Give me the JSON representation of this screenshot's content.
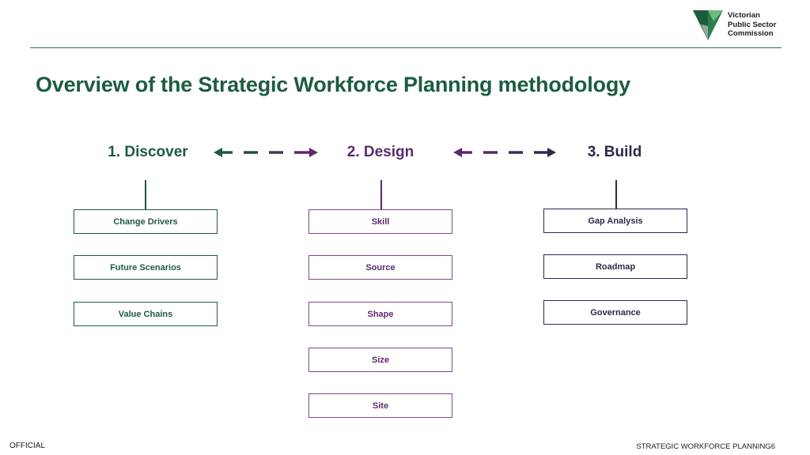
{
  "header": {
    "logo_lines": [
      "Victorian",
      "Public Sector",
      "Commission"
    ],
    "title": "Overview of the Strategic Workforce Planning methodology"
  },
  "stages": {
    "discover": {
      "label": "1. Discover",
      "items": [
        "Change Drivers",
        "Future Scenarios",
        "Value Chains"
      ]
    },
    "design": {
      "label": "2. Design",
      "items": [
        "Skill",
        "Source",
        "Shape",
        "Size",
        "Site"
      ]
    },
    "build": {
      "label": "3. Build",
      "items": [
        "Gap Analysis",
        "Roadmap",
        "Governance"
      ]
    }
  },
  "footer": {
    "classification": "OFFICIAL",
    "section": "STRATEGIC WORKFORCE PLANNING",
    "page_number": "6"
  },
  "colors": {
    "discover": "#1d5c3f",
    "design": "#5c2b6e",
    "build": "#2a2a4a",
    "rule": "#2e6b4c"
  }
}
